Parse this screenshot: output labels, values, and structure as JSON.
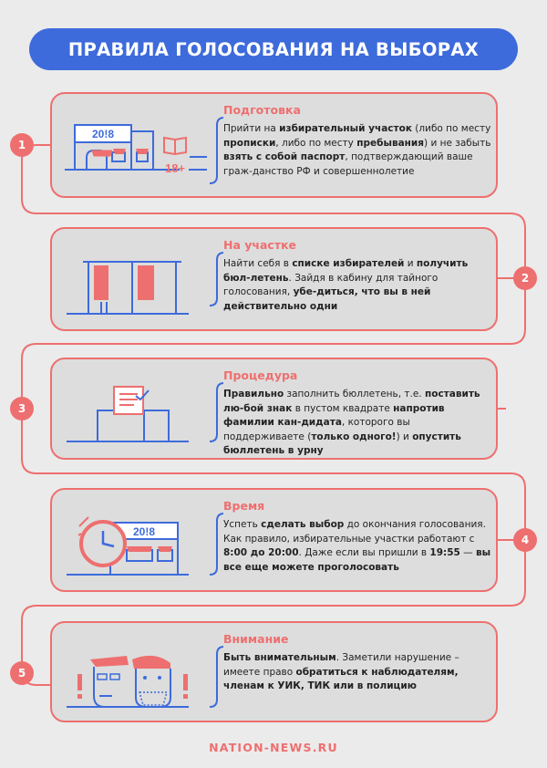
{
  "header": {
    "title": "ПРАВИЛА ГОЛОСОВАНИЯ НА ВЫБОРАХ"
  },
  "steps": [
    {
      "number": "1",
      "title": "Подготовка",
      "icon": "polling-station-icon",
      "sign_text": "20!8",
      "age_label": "18+",
      "body": [
        {
          "text": "Прийти на ",
          "bold": false
        },
        {
          "text": "избирательный участок",
          "bold": true
        },
        {
          "text": " (либо по месту ",
          "bold": false
        },
        {
          "text": "прописки",
          "bold": true
        },
        {
          "text": ", либо по месту ",
          "bold": false
        },
        {
          "text": "пребывания",
          "bold": true
        },
        {
          "text": ") и не забыть ",
          "bold": false
        },
        {
          "text": "взять с собой паспорт",
          "bold": true
        },
        {
          "text": ", подтверждающий ваше граж-данство РФ и совершеннолетие",
          "bold": false
        }
      ]
    },
    {
      "number": "2",
      "title": "На участке",
      "icon": "voting-booth-icon",
      "body": [
        {
          "text": "Найти себя в ",
          "bold": false
        },
        {
          "text": "списке избирателей",
          "bold": true
        },
        {
          "text": " и ",
          "bold": false
        },
        {
          "text": "получить бюл-летень",
          "bold": true
        },
        {
          "text": ". Зайдя в кабину для тайного голосования, ",
          "bold": false
        },
        {
          "text": "убе-диться, что вы в ней действительно одни",
          "bold": true
        }
      ]
    },
    {
      "number": "3",
      "title": "Процедура",
      "icon": "ballot-box-icon",
      "body": [
        {
          "text": "Правильно",
          "bold": true
        },
        {
          "text": " заполнить бюллетень, т.е. ",
          "bold": false
        },
        {
          "text": "поставить лю-бой знак",
          "bold": true
        },
        {
          "text": " в пустом квадрате ",
          "bold": false
        },
        {
          "text": "напротив фамилии кан-дидата",
          "bold": true
        },
        {
          "text": ", которого вы поддерживаете (",
          "bold": false
        },
        {
          "text": "только одного!",
          "bold": true
        },
        {
          "text": ") и ",
          "bold": false
        },
        {
          "text": "опустить бюллетень в урну",
          "bold": true
        }
      ]
    },
    {
      "number": "4",
      "title": "Время",
      "icon": "clock-icon",
      "sign_text": "20!8",
      "body": [
        {
          "text": "Успеть ",
          "bold": false
        },
        {
          "text": "сделать выбор",
          "bold": true
        },
        {
          "text": " до окончания голосования. Как правило, избирательные участки работают с ",
          "bold": false
        },
        {
          "text": "8:00 до 20:00",
          "bold": true
        },
        {
          "text": ". Даже если вы пришли в ",
          "bold": false
        },
        {
          "text": "19:55",
          "bold": true
        },
        {
          "text": " — ",
          "bold": false
        },
        {
          "text": "вы все еще можете проголосовать",
          "bold": true
        }
      ]
    },
    {
      "number": "5",
      "title": "Внимание",
      "icon": "observers-icon",
      "body": [
        {
          "text": "Быть внимательным",
          "bold": true
        },
        {
          "text": ". Заметили нарушение – имеете право ",
          "bold": false
        },
        {
          "text": "обратиться к наблюдателям, членам к УИК, ТИК или в полицию",
          "bold": true
        }
      ]
    }
  ],
  "footer": {
    "site": "NATION-NEWS.RU"
  },
  "colors": {
    "accent": "#ee6f6f",
    "blue": "#3d6bdb",
    "card": "#dddddd",
    "background": "#ebebeb"
  }
}
